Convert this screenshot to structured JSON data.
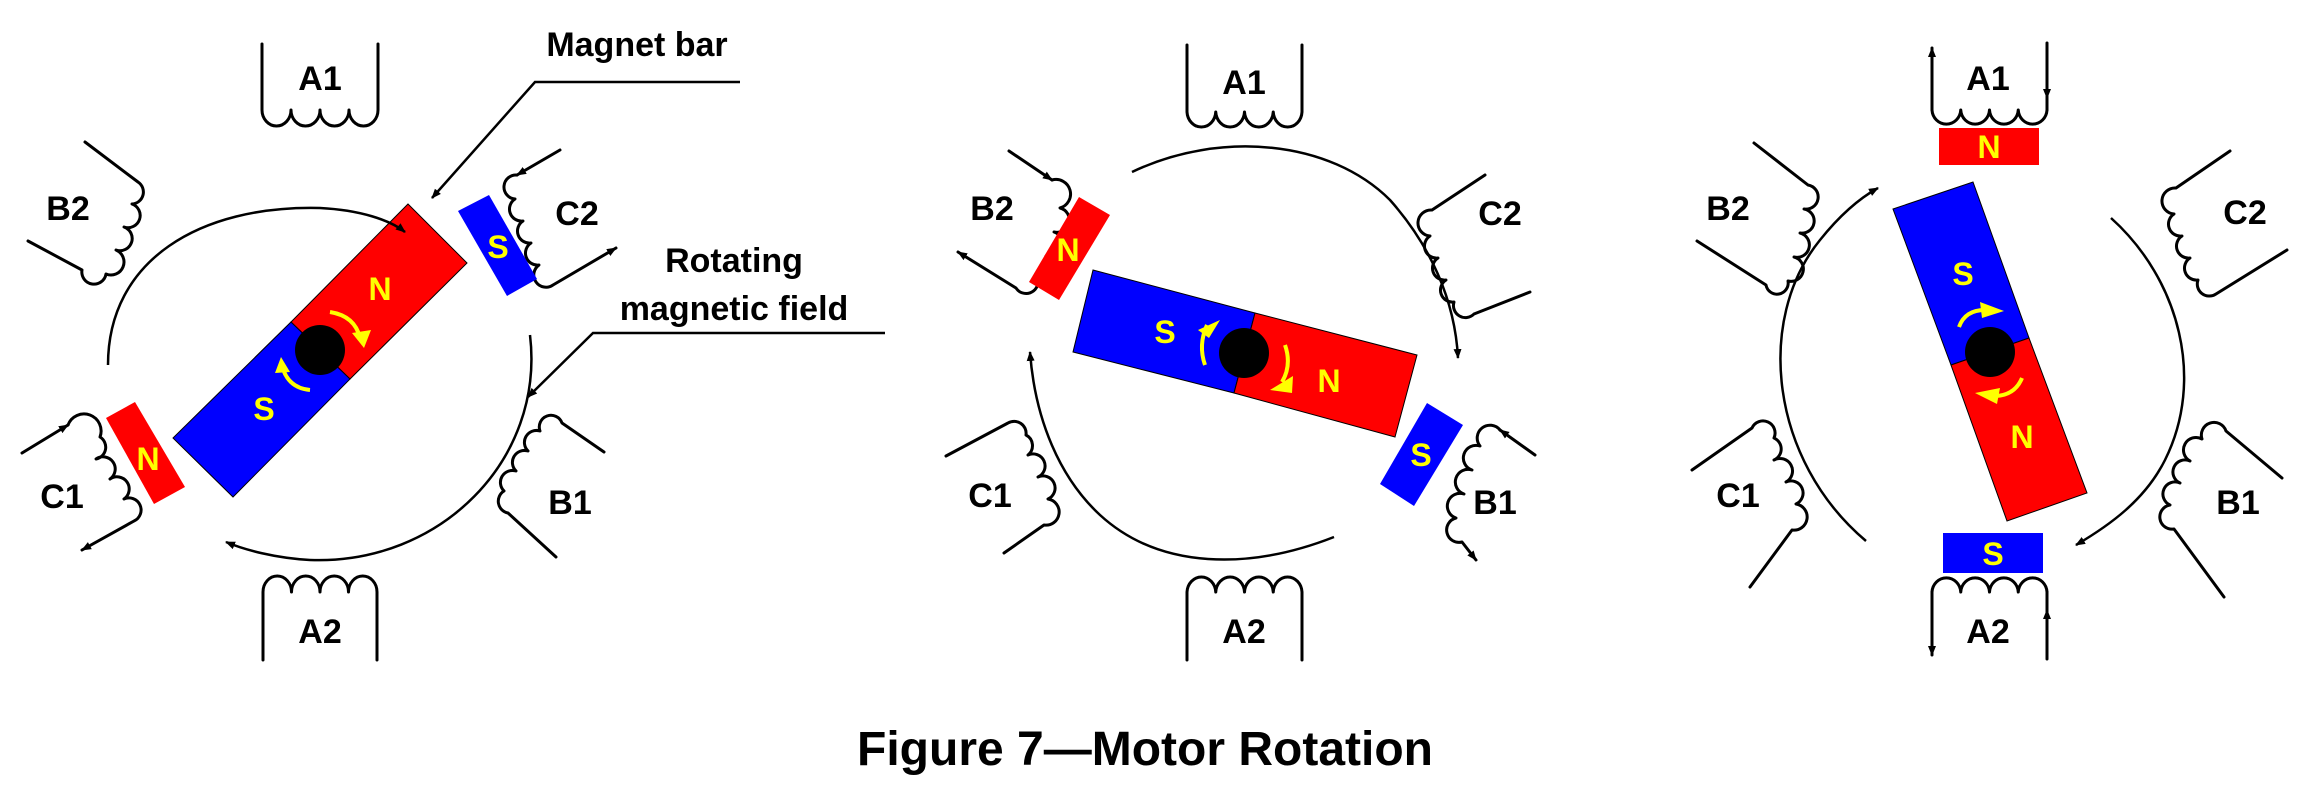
{
  "figure": {
    "caption": "Figure 7—Motor Rotation",
    "colors": {
      "north": "#ff0000",
      "south": "#0000ff",
      "pole_text": "#ffff00",
      "hub": "#000000",
      "line": "#000000"
    }
  },
  "callouts": {
    "magnet_bar": "Magnet bar",
    "rotating_field_line1": "Rotating",
    "rotating_field_line2": "magnetic field"
  },
  "panels": [
    {
      "id": "panel-1",
      "coils": {
        "A1": "A1",
        "A2": "A2",
        "B1": "B1",
        "B2": "B2",
        "C1": "C1",
        "C2": "C2"
      },
      "energized_coils": [
        "C1",
        "C2"
      ],
      "stator_poles": [
        {
          "coil": "C2",
          "pole": "S"
        },
        {
          "coil": "C1",
          "pole": "N"
        }
      ],
      "rotor": {
        "north_label": "N",
        "south_label": "S"
      },
      "field_rotation": "clockwise"
    },
    {
      "id": "panel-2",
      "coils": {
        "A1": "A1",
        "A2": "A2",
        "B1": "B1",
        "B2": "B2",
        "C1": "C1",
        "C2": "C2"
      },
      "energized_coils": [
        "B1",
        "B2"
      ],
      "stator_poles": [
        {
          "coil": "B2",
          "pole": "N"
        },
        {
          "coil": "B1",
          "pole": "S"
        }
      ],
      "rotor": {
        "north_label": "N",
        "south_label": "S"
      },
      "field_rotation": "clockwise"
    },
    {
      "id": "panel-3",
      "coils": {
        "A1": "A1",
        "A2": "A2",
        "B1": "B1",
        "B2": "B2",
        "C1": "C1",
        "C2": "C2"
      },
      "energized_coils": [
        "A1",
        "A2"
      ],
      "stator_poles": [
        {
          "coil": "A1",
          "pole": "N"
        },
        {
          "coil": "A2",
          "pole": "S"
        }
      ],
      "rotor": {
        "north_label": "N",
        "south_label": "S"
      },
      "field_rotation": "clockwise"
    }
  ]
}
